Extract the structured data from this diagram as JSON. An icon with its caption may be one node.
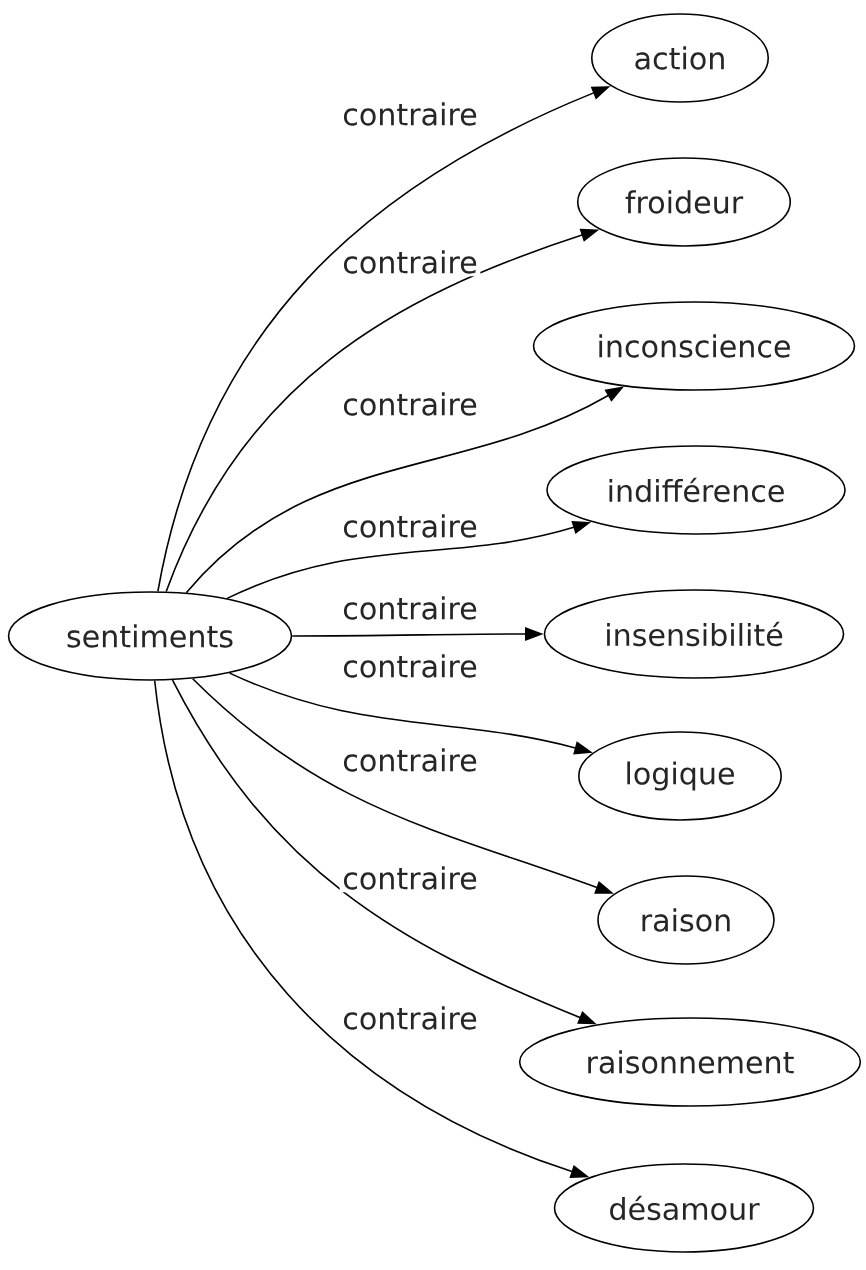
{
  "diagram": {
    "nodes": [
      {
        "text": [
          "sentiments"
        ]
      },
      {
        "text": [
          "action"
        ]
      },
      {
        "text": [
          "froideur"
        ]
      },
      {
        "text": [
          "inconscience"
        ]
      },
      {
        "text": [
          "indifférence"
        ]
      },
      {
        "text": [
          "insensibilité"
        ]
      },
      {
        "text": [
          "logique"
        ]
      },
      {
        "text": [
          "raison"
        ]
      },
      {
        "text": [
          "raisonnement"
        ]
      },
      {
        "text": [
          "désamour"
        ]
      }
    ],
    "edges": [
      {
        "from": 0,
        "to": 1,
        "arrow": "to",
        "label": "contraire"
      },
      {
        "from": 0,
        "to": 2,
        "arrow": "to",
        "label": "contraire"
      },
      {
        "from": 0,
        "to": 3,
        "arrow": "to",
        "label": "contraire"
      },
      {
        "from": 0,
        "to": 4,
        "arrow": "to",
        "label": "contraire"
      },
      {
        "from": 0,
        "to": 5,
        "arrow": "to",
        "label": "contraire"
      },
      {
        "from": 0,
        "to": 6,
        "arrow": "to",
        "label": "contraire"
      },
      {
        "from": 0,
        "to": 7,
        "arrow": "to",
        "label": "contraire"
      },
      {
        "from": 0,
        "to": 8,
        "arrow": "to",
        "label": "contraire"
      },
      {
        "from": 0,
        "to": 9,
        "arrow": "to",
        "label": "contraire"
      }
    ]
  }
}
